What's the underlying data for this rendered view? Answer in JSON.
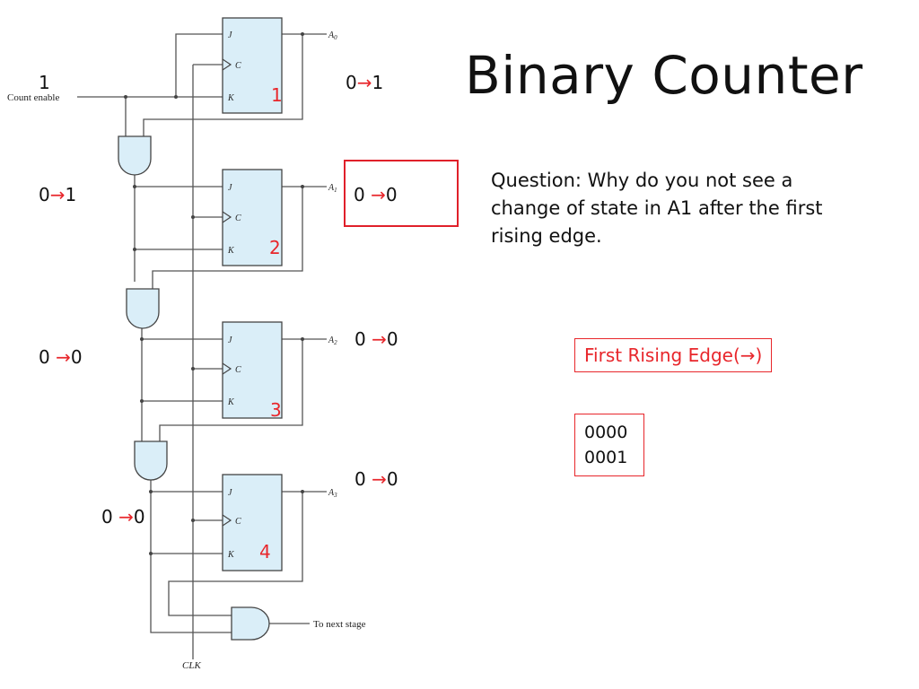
{
  "title": "Binary Counter",
  "question": "Question: Why do you not see a change of state in A1 after the first rising edge.",
  "count_enable": {
    "value": "1",
    "label": "Count enable"
  },
  "clock_label": "CLK",
  "next_stage_label": "To next stage",
  "arrow": "→",
  "flipflops": [
    {
      "num": "1",
      "output": "A0",
      "out_sub": "0",
      "transition_left": "",
      "transition_right": {
        "from": "0",
        "to": "1"
      }
    },
    {
      "num": "2",
      "output": "A1",
      "out_sub": "1",
      "transition_left": {
        "from": "0",
        "to": "1"
      },
      "transition_right": {
        "from": "0 ",
        "to": "0"
      }
    },
    {
      "num": "3",
      "output": "A2",
      "out_sub": "2",
      "transition_left": {
        "from": "0 ",
        "to": "0"
      },
      "transition_right": {
        "from": "0 ",
        "to": "0"
      }
    },
    {
      "num": "4",
      "output": "A3",
      "out_sub": "3",
      "transition_left": {
        "from": "0 ",
        "to": "0"
      },
      "transition_right": {
        "from": "0 ",
        "to": "0"
      }
    }
  ],
  "pin_labels": {
    "j": "J",
    "c": "C",
    "k": "K"
  },
  "first_rising_edge": "First Rising Edge(→)",
  "count_sequence": [
    "0000",
    "0001"
  ],
  "colors": {
    "accent": "#e8262b",
    "flipflop_fill": "#daeef8",
    "and_gate_fill": "#daeef8",
    "wire": "#555555"
  }
}
